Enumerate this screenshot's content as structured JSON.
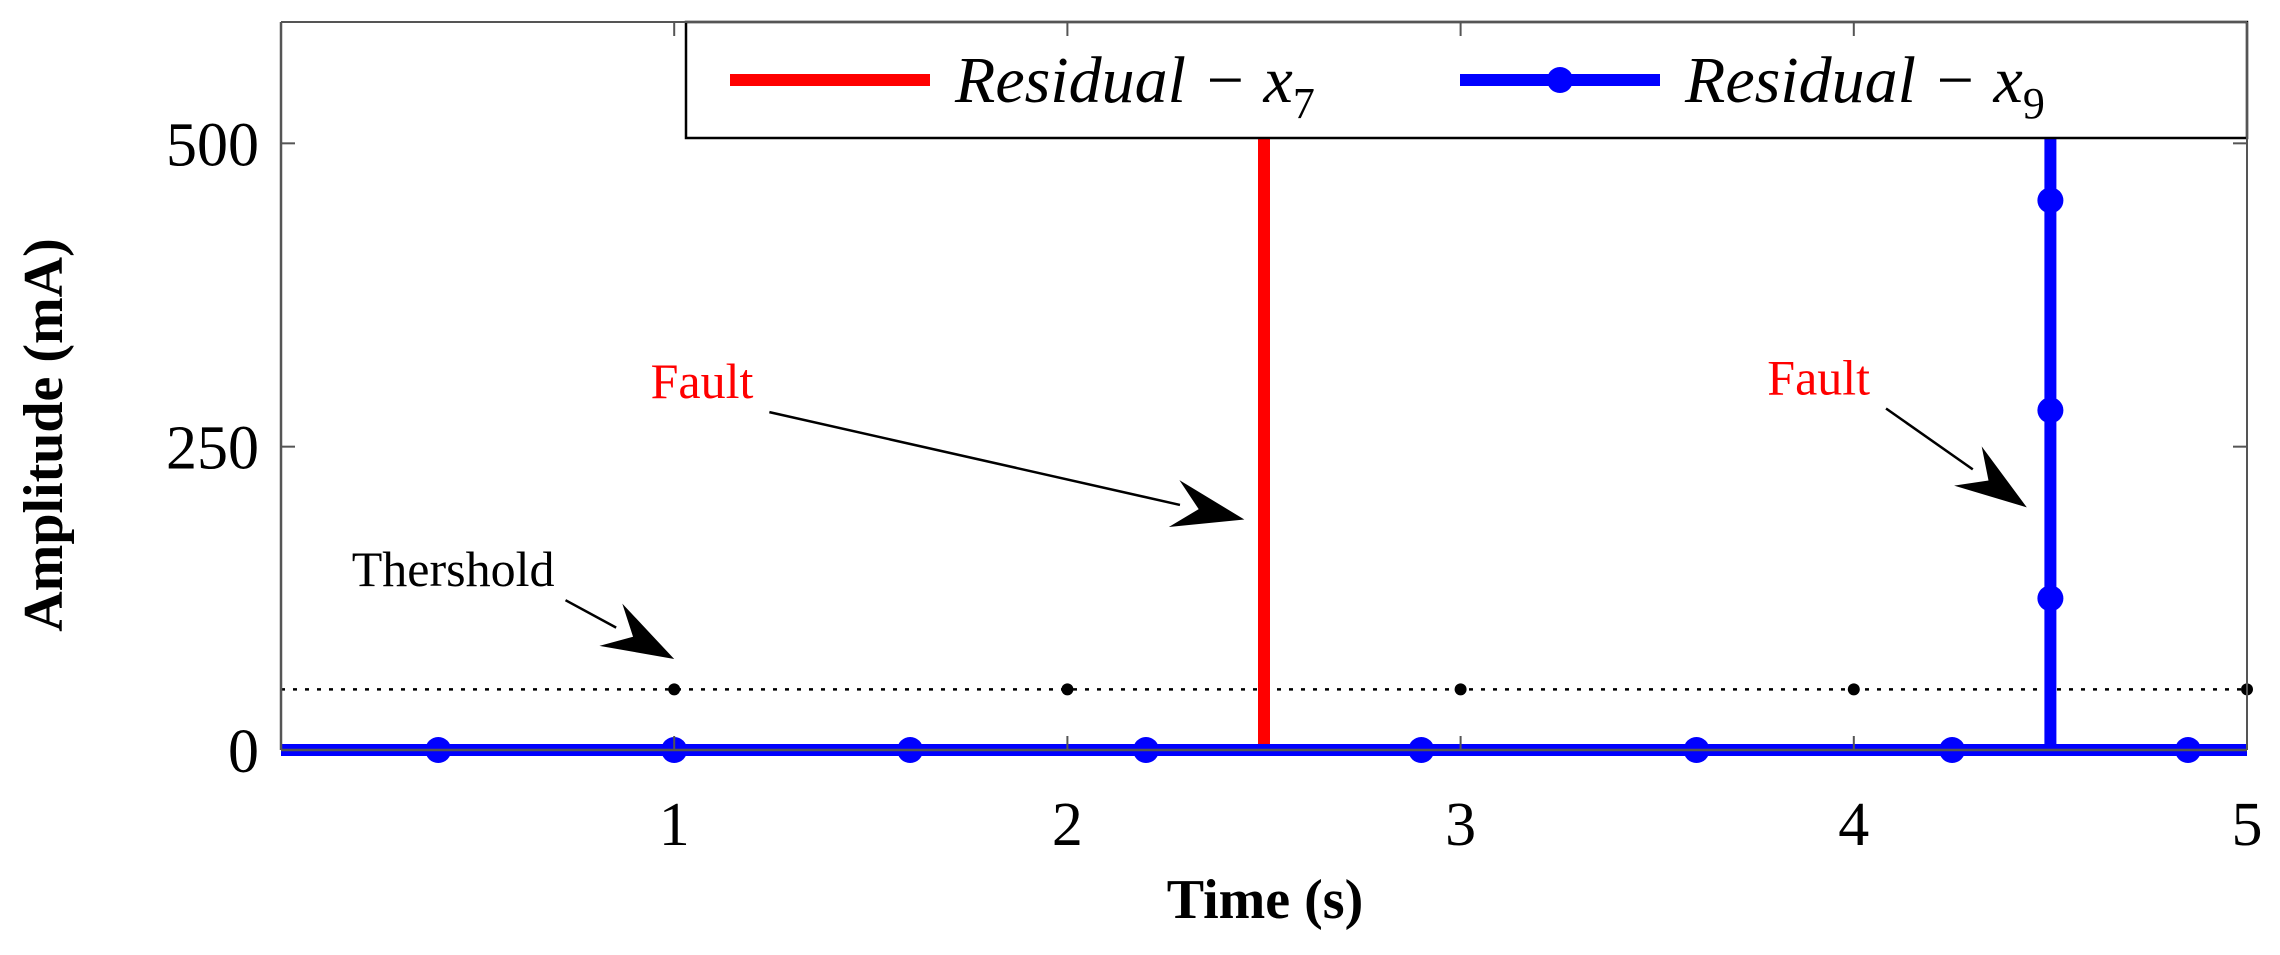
{
  "chart_data": {
    "type": "line",
    "xlabel": "Time (s)",
    "ylabel": "Amplitude (mA)",
    "xlim": [
      0,
      5
    ],
    "ylim": [
      0,
      600
    ],
    "xticks": [
      1,
      2,
      3,
      4,
      5
    ],
    "xtick_labels": [
      "1",
      "2",
      "3",
      "4",
      "5"
    ],
    "yticks": [
      0,
      250,
      500
    ],
    "ytick_labels": [
      "0",
      "250",
      "500"
    ],
    "grid": false,
    "legend": {
      "position": "top-right",
      "entries": [
        {
          "prefix": "Residual",
          "operator": "−",
          "var": "x",
          "sub": "7",
          "color": "#ff0000",
          "marker": "none"
        },
        {
          "prefix": "Residual",
          "operator": "−",
          "var": "x",
          "sub": "9",
          "color": "#0000ff",
          "marker": "circle"
        }
      ]
    },
    "series": [
      {
        "name": "Residual − x7",
        "color": "#ff0000",
        "x": [
          0,
          2.5,
          2.5,
          2.5,
          5
        ],
        "y": [
          0,
          0,
          600,
          0,
          0
        ],
        "markers": []
      },
      {
        "name": "Residual − x9",
        "color": "#0000ff",
        "x": [
          0,
          4.5,
          4.5,
          4.5,
          5
        ],
        "y": [
          0,
          0,
          600,
          0,
          0
        ],
        "markers": [
          [
            0.4,
            0
          ],
          [
            1,
            0
          ],
          [
            1.6,
            0
          ],
          [
            2.2,
            0
          ],
          [
            2.9,
            0
          ],
          [
            3.6,
            0
          ],
          [
            4.25,
            0
          ],
          [
            4.85,
            0
          ],
          [
            4.5,
            125
          ],
          [
            4.5,
            280
          ],
          [
            4.5,
            453
          ]
        ]
      }
    ],
    "threshold": {
      "label": "Thershold",
      "y": 50,
      "dots_x": [
        1,
        2,
        3,
        4,
        5
      ],
      "color": "#000000"
    },
    "annotations": [
      {
        "text": "Fault",
        "color": "#ff0000",
        "target": [
          2.45,
          190
        ],
        "text_pos": [
          0.94,
          290
        ]
      },
      {
        "text": "Fault",
        "color": "#ff0000",
        "target": [
          4.44,
          200
        ],
        "text_pos": [
          3.78,
          293
        ]
      },
      {
        "text": "Thershold",
        "color": "#000000",
        "target": [
          1.0,
          75
        ],
        "text_pos": [
          0.18,
          135
        ]
      }
    ]
  }
}
